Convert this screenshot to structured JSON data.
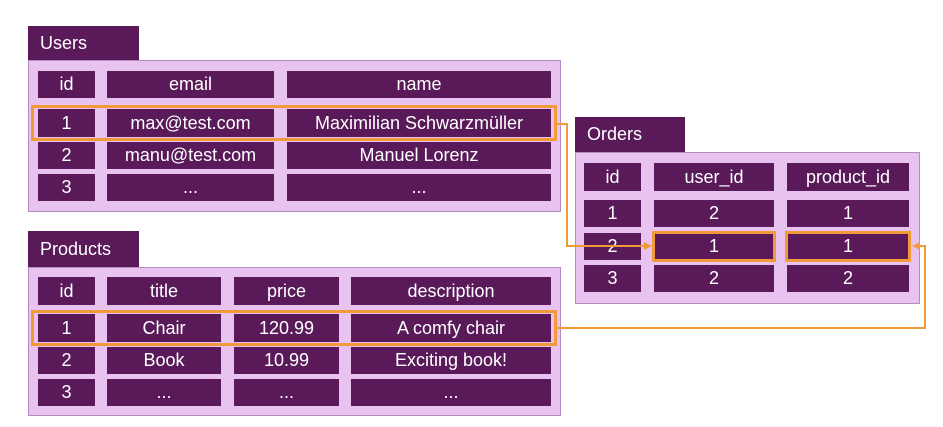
{
  "users": {
    "title": "Users",
    "headers": [
      "id",
      "email",
      "name"
    ],
    "rows": [
      [
        "1",
        "max@test.com",
        "Maximilian Schwarzmüller"
      ],
      [
        "2",
        "manu@test.com",
        "Manuel Lorenz"
      ],
      [
        "3",
        "...",
        "..."
      ]
    ]
  },
  "products": {
    "title": "Products",
    "headers": [
      "id",
      "title",
      "price",
      "description"
    ],
    "rows": [
      [
        "1",
        "Chair",
        "120.99",
        "A comfy chair"
      ],
      [
        "2",
        "Book",
        "10.99",
        "Exciting book!"
      ],
      [
        "3",
        "...",
        "...",
        "..."
      ]
    ]
  },
  "orders": {
    "title": "Orders",
    "headers": [
      "id",
      "user_id",
      "product_id"
    ],
    "rows": [
      [
        "1",
        "2",
        "1"
      ],
      [
        "2",
        "1",
        "1"
      ],
      [
        "3",
        "2",
        "2"
      ]
    ]
  },
  "colors": {
    "cell": "#5a1a5a",
    "panel": "#e8c3ef",
    "highlight": "#f09a3a"
  }
}
